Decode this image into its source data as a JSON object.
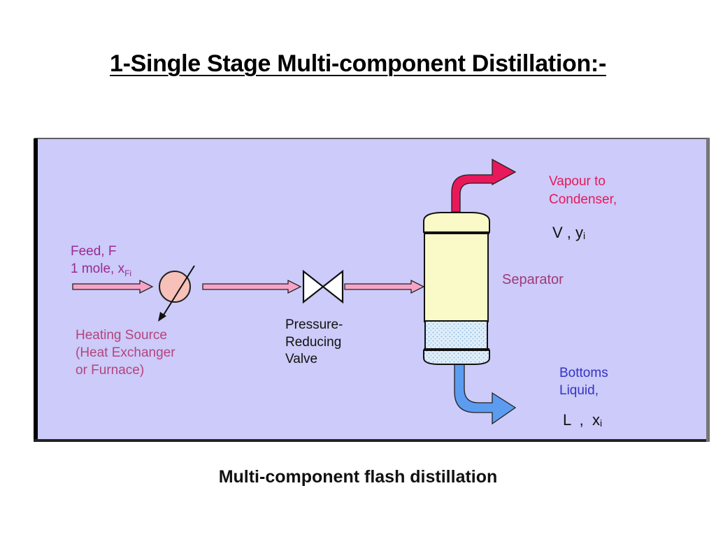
{
  "slide": {
    "title": "1-Single Stage Multi-component Distillation:-",
    "caption": "Multi-component flash distillation"
  },
  "diagram": {
    "feed": {
      "line1": "Feed, F",
      "line2_main": "1 mole, x",
      "line2_sub": "Fi"
    },
    "heating_source": {
      "line1": "Heating Source",
      "line2": "(Heat Exchanger",
      "line3": "or Furnace)"
    },
    "valve": {
      "line1": "Pressure-",
      "line2": "Reducing",
      "line3": "Valve"
    },
    "separator": {
      "label": "Separator"
    },
    "vapour": {
      "line1": "Vapour to",
      "line2": "Condenser,",
      "symbol_main": "V , y",
      "symbol_sub": "i"
    },
    "bottoms": {
      "line1": "Bottoms",
      "line2": "Liquid,",
      "symbol_main": "L  ,  x",
      "symbol_sub": "i"
    }
  },
  "colors": {
    "panel": "#cccbf9",
    "feed_text": "#9a2a92",
    "heating_text": "#b4447e",
    "vapour": "#e8185a",
    "liquid": "#5b9cf0",
    "bottoms_text": "#3333c4",
    "vessel": "#fafac8"
  }
}
